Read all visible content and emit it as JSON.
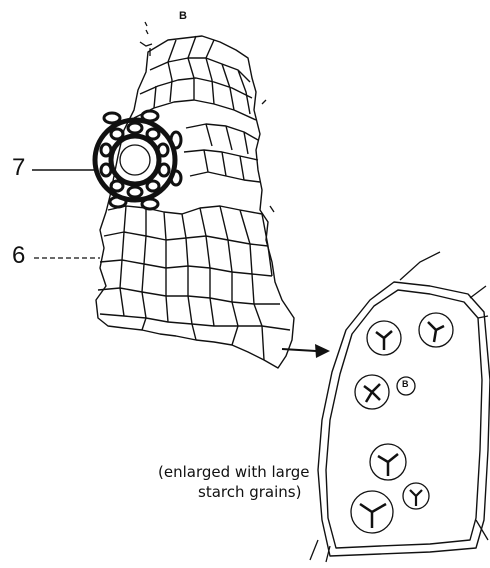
{
  "labels": {
    "top_letter": "B",
    "num_7": "7",
    "num_6": "6",
    "inset_small": "B"
  },
  "caption": {
    "line1": "(enlarged with large",
    "line2": "starch grains)"
  },
  "colors": {
    "ink": "#111111",
    "background": "#ffffff"
  }
}
